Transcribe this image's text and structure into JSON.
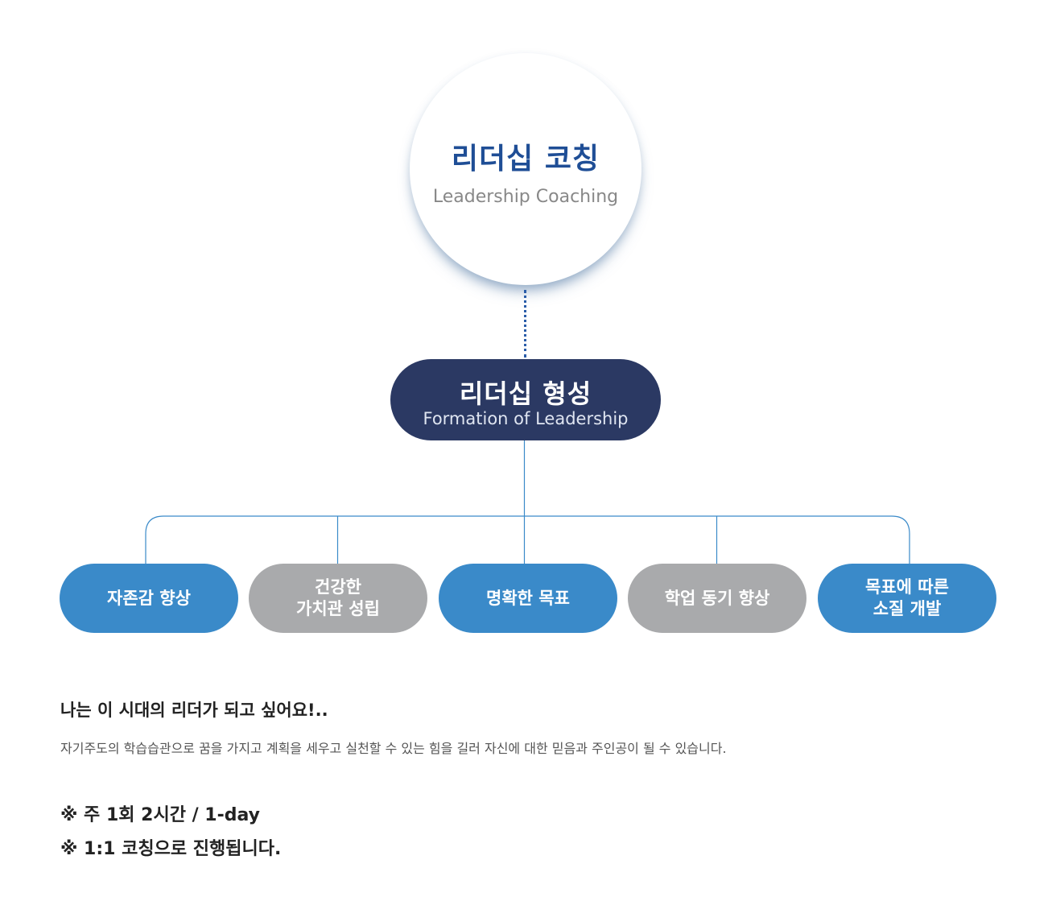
{
  "root": {
    "title_ko": "리더십 코칭",
    "title_en": "Leadership Coaching"
  },
  "formation": {
    "title_ko": "리더십 형성",
    "title_en": "Formation of Leadership"
  },
  "goals": [
    {
      "label": "자존감 향상",
      "color": "#3a8ac9"
    },
    {
      "label": "건강한\n가치관 성립",
      "color": "#a9aaac"
    },
    {
      "label": "명확한 목표",
      "color": "#3a8ac9"
    },
    {
      "label": "학업 동기 향상",
      "color": "#a9aaac"
    },
    {
      "label": "목표에 따른\n소질 개발",
      "color": "#3a8ac9"
    }
  ],
  "headline": "나는 이 시대의 리더가 되고 싶어요!..",
  "description": "자기주도의 학습습관으로 꿈을 가지고 계획을 세우고 실천할 수 있는 힘을 길러 자신에 대한 믿음과 주인공이 될 수 있습니다.",
  "notes": [
    "※ 주 1회 2시간 / 1-day",
    "※ 1:1 코칭으로 진행됩니다."
  ],
  "colors": {
    "navy": "#2b3963",
    "blue": "#3a8ac9",
    "gray": "#a9aaac",
    "title_blue": "#1f4e96",
    "line_blue": "#3a8ac9"
  }
}
